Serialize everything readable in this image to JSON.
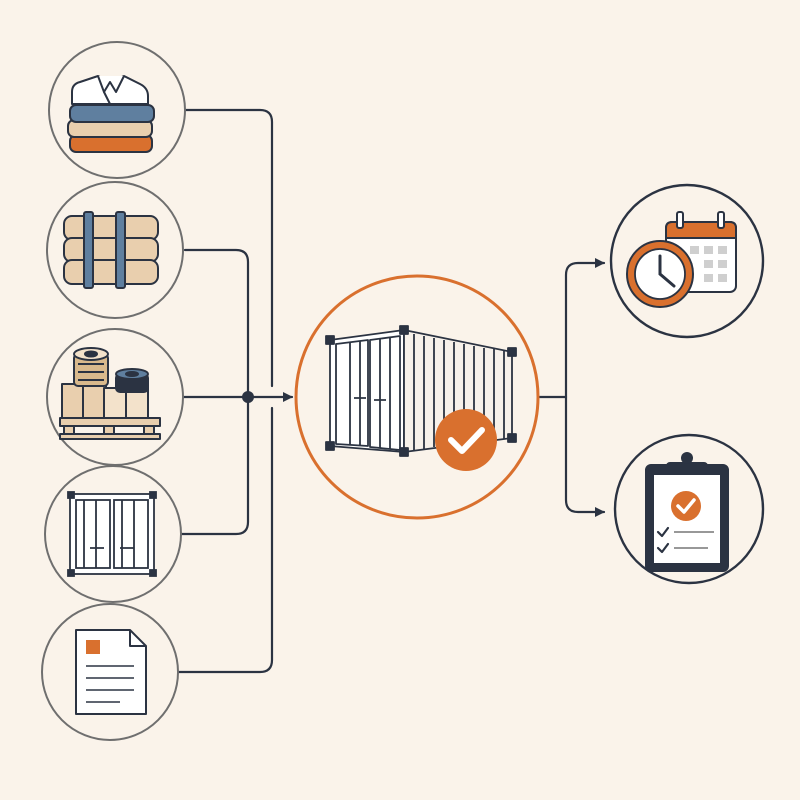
{
  "colors": {
    "background": "#faf3ea",
    "outline": "#2b3342",
    "circle_border": "#6f6f6f",
    "accent_orange": "#d9702e",
    "accent_blue": "#5f7f9f",
    "beige": "#e9cfae",
    "light_beige": "#f3e2cb",
    "gray": "#cfcfcf",
    "white": "#ffffff"
  },
  "diagram": {
    "flow": "inputs-to-container-to-outputs",
    "inputs": [
      {
        "id": "folded-clothes",
        "icon": "folded-clothes-icon"
      },
      {
        "id": "wrapped-bales",
        "icon": "strapped-bales-icon"
      },
      {
        "id": "palletized-goods",
        "icon": "pallet-with-rolls-icon"
      },
      {
        "id": "container-doors",
        "icon": "container-doors-icon"
      },
      {
        "id": "document",
        "icon": "document-icon"
      }
    ],
    "center": {
      "id": "loaded-container",
      "icon": "shipping-container-check-icon"
    },
    "outputs": [
      {
        "id": "schedule",
        "icon": "clock-calendar-icon"
      },
      {
        "id": "approved-checklist",
        "icon": "clipboard-check-icon"
      }
    ]
  }
}
